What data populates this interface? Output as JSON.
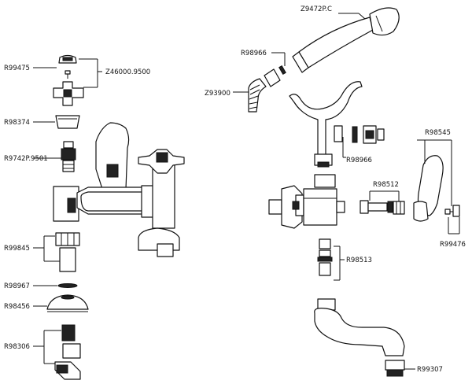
{
  "labels": {
    "r99475": "R99475",
    "z46000": "Z46000.9500",
    "r98374": "R98374",
    "r9742p": "R9742P.9501",
    "r99845": "R99845",
    "r98967": "R98967",
    "r98456": "R98456",
    "r98306": "R98306",
    "z9472p": "Z9472P.C",
    "r98966a": "R98966",
    "z93900": "Z93900",
    "r98966b": "R98966",
    "r98545": "R98545",
    "r98512": "R98512",
    "r98513": "R98513",
    "r99476": "R99476",
    "r99307": "R99307"
  }
}
